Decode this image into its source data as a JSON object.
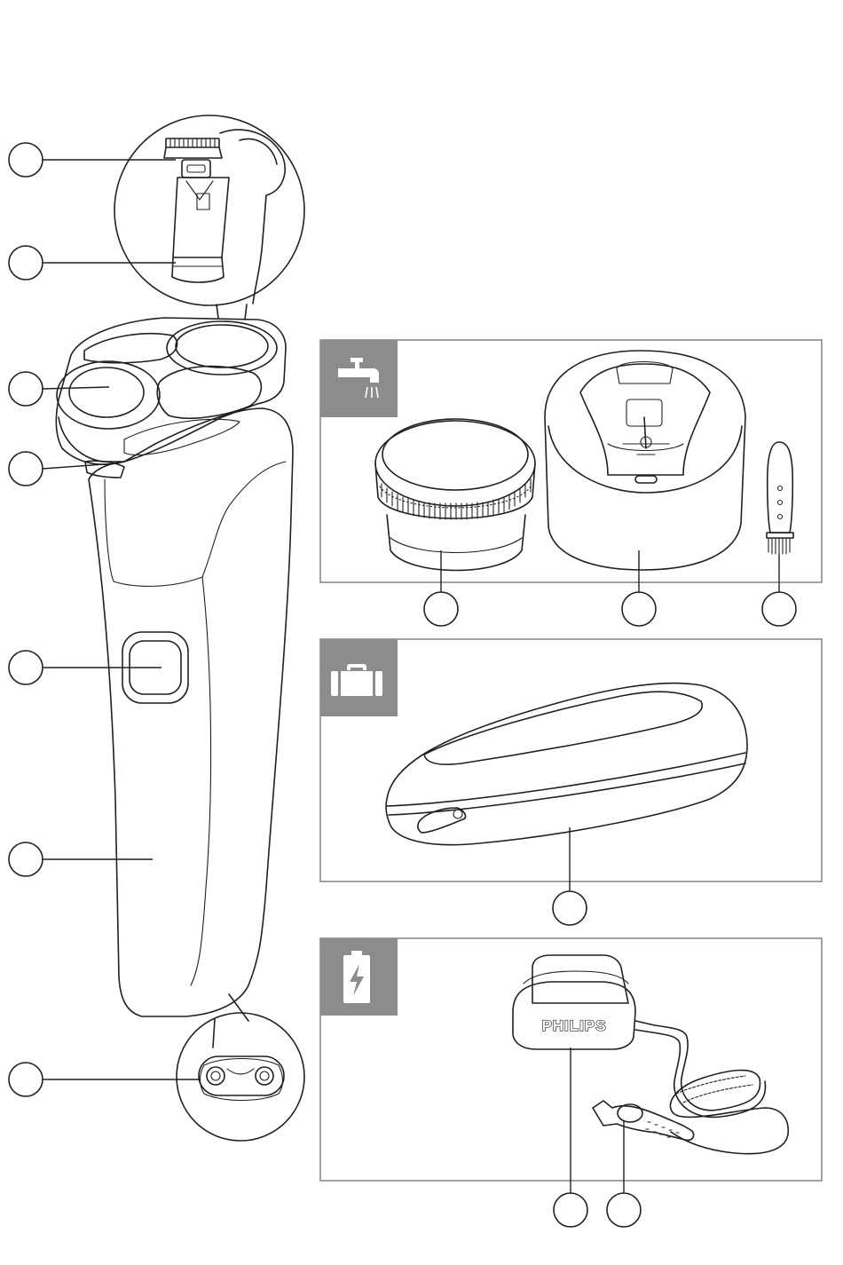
{
  "brand_label": "PHILIPS",
  "colors": {
    "line": "#231f20",
    "panel_border": "#8a8a8a",
    "panel_tab": "#8c8c8c",
    "background": "#ffffff"
  },
  "panels": [
    {
      "id": "cleaning",
      "icon": "water-tap-icon"
    },
    {
      "id": "storage",
      "icon": "travel-case-icon"
    },
    {
      "id": "charging",
      "icon": "battery-charging-icon"
    }
  ],
  "callouts_left": [
    {
      "target": "precision-trimmer"
    },
    {
      "target": "trimmer-release-slide"
    },
    {
      "target": "shaving-heads"
    },
    {
      "target": "shaving-unit-release"
    },
    {
      "target": "on-off-button"
    },
    {
      "target": "handle"
    },
    {
      "target": "socket"
    }
  ],
  "callouts_right": [
    {
      "target": "cleaning-cartridge"
    },
    {
      "target": "quick-clean-pod"
    },
    {
      "target": "cleaning-brush"
    },
    {
      "target": "travel-pouch"
    },
    {
      "target": "adapter"
    },
    {
      "target": "small-plug"
    }
  ]
}
